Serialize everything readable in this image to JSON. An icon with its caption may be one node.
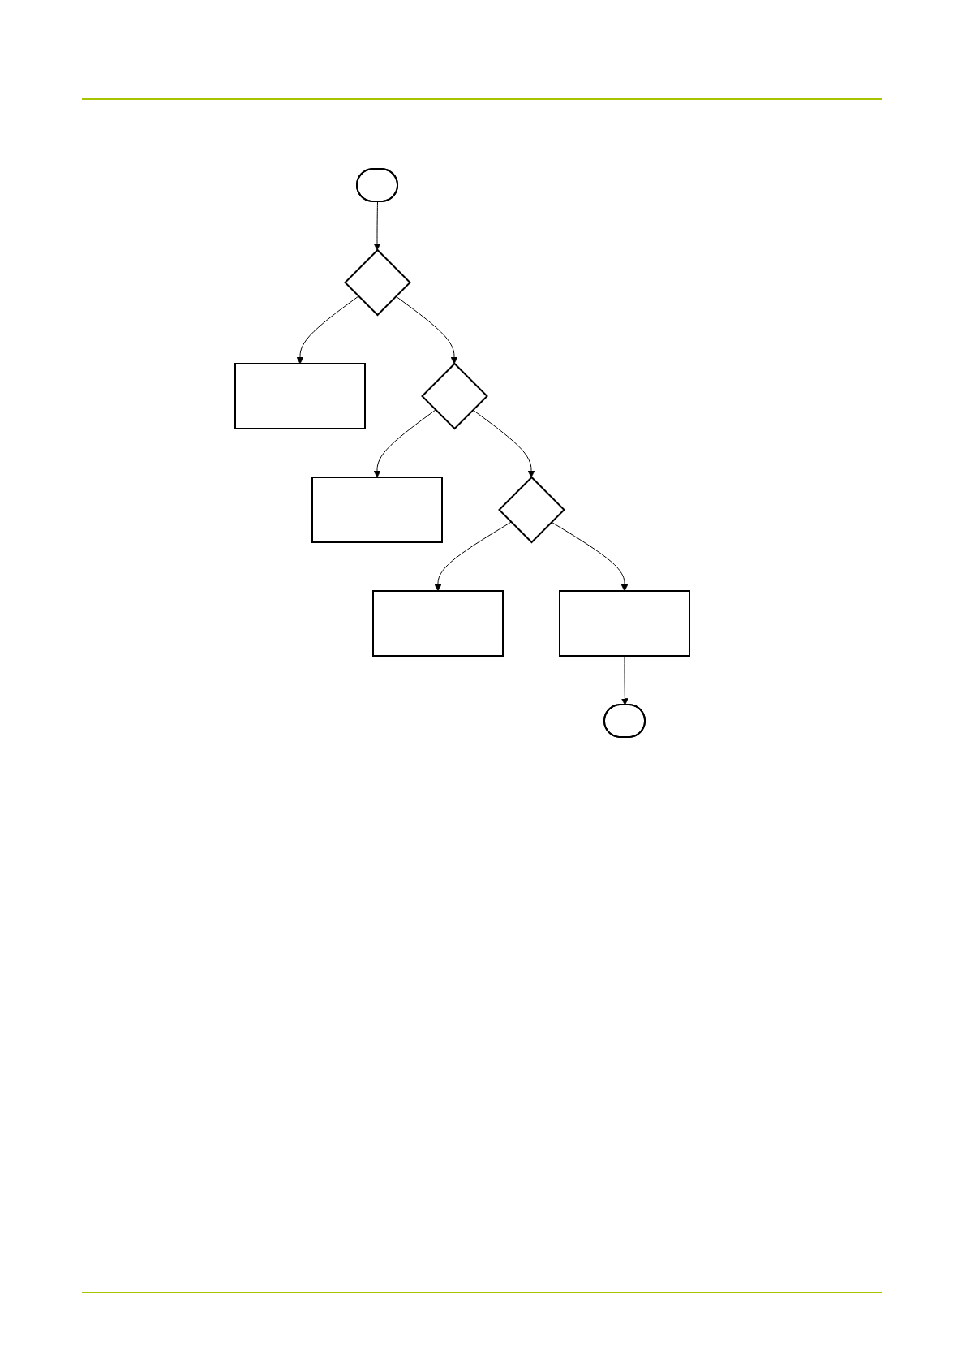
{
  "diagram": {
    "nodes": [
      {
        "text": [],
        "shape": "stadium"
      },
      {
        "text": [],
        "shape": "diamond"
      },
      {
        "text": [],
        "shape": "box"
      },
      {
        "text": [],
        "shape": "diamond"
      },
      {
        "text": [],
        "shape": "box"
      },
      {
        "text": [],
        "shape": "diamond"
      },
      {
        "text": [],
        "shape": "box"
      },
      {
        "text": [],
        "shape": "box"
      },
      {
        "text": [],
        "shape": "stadium"
      }
    ],
    "edges": [
      {
        "from": 0,
        "to": 1,
        "arrow": "to"
      },
      {
        "from": 1,
        "to": 2,
        "arrow": "to"
      },
      {
        "from": 1,
        "to": 3,
        "arrow": "to"
      },
      {
        "from": 3,
        "to": 4,
        "arrow": "to"
      },
      {
        "from": 3,
        "to": 5,
        "arrow": "to"
      },
      {
        "from": 5,
        "to": 6,
        "arrow": "to"
      },
      {
        "from": 5,
        "to": 7,
        "arrow": "to"
      },
      {
        "from": 7,
        "to": 8,
        "arrow": "to"
      }
    ]
  }
}
